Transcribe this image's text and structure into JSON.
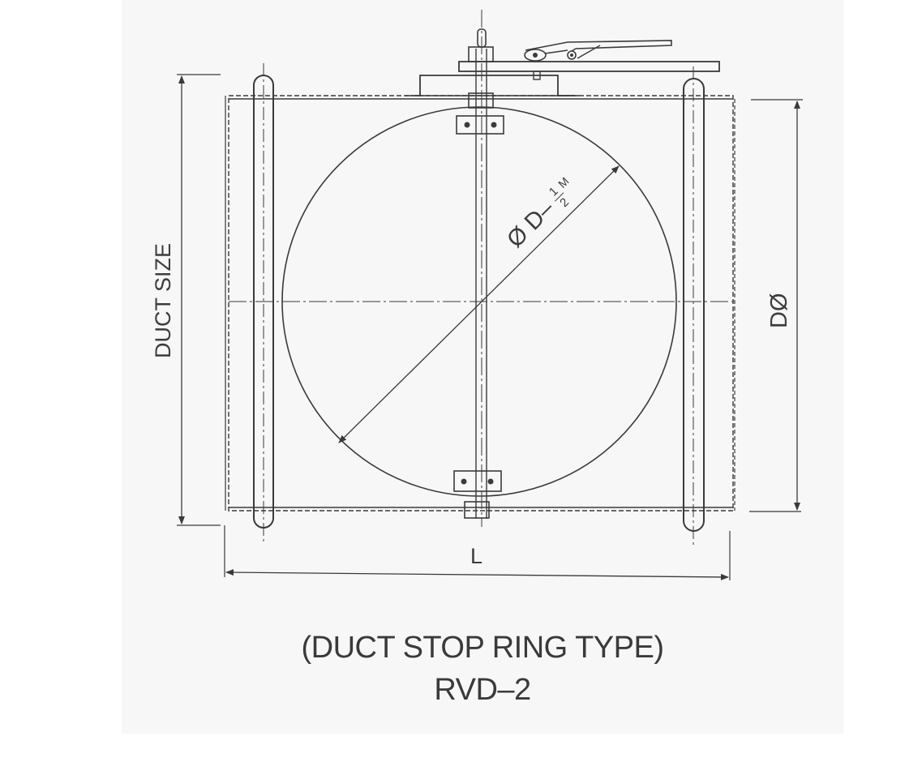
{
  "drawing": {
    "duct_size_label": "DUCT SIZE",
    "diameter_label": "DØ",
    "length_label": "L",
    "blade_diameter_symbol": "Ø D–",
    "fraction_numerator": "1",
    "fraction_denominator": "2",
    "fraction_suffix": "M"
  },
  "caption": {
    "line1": "(DUCT STOP RING TYPE)",
    "line2": "RVD–2"
  }
}
